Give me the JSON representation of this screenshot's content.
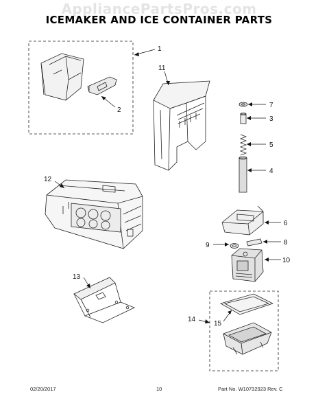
{
  "watermark": "AppliancePartsPros.com",
  "title": "ICEMAKER AND ICE CONTAINER PARTS",
  "callouts": [
    "1",
    "2",
    "11",
    "7",
    "3",
    "5",
    "4",
    "12",
    "6",
    "9",
    "8",
    "10",
    "13",
    "14",
    "15"
  ],
  "footer": {
    "date": "02/20/2017",
    "page": "10",
    "part_no": "Part No.  W10732923  Rev.  C"
  }
}
